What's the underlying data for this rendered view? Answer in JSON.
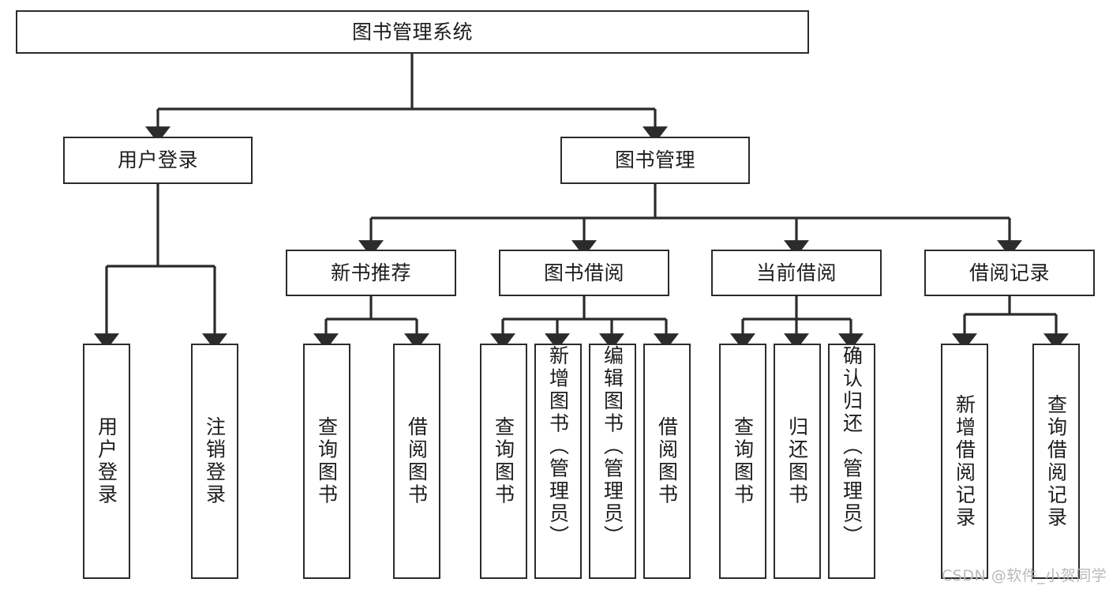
{
  "diagram": {
    "type": "hierarchy-tree",
    "title": "图书管理系统",
    "orientation": "top-down",
    "levels": 4,
    "line_color": "#2b2b2b",
    "box_fill": "#ffffff",
    "text_color": "#1c1c1c"
  },
  "root": {
    "label": "图书管理系统"
  },
  "level2": [
    {
      "label": "用户登录"
    },
    {
      "label": "图书管理"
    }
  ],
  "level3": [
    {
      "label": "新书推荐"
    },
    {
      "label": "图书借阅"
    },
    {
      "label": "当前借阅"
    },
    {
      "label": "借阅记录"
    }
  ],
  "leaves": {
    "user_login": [
      {
        "label": "用户登录"
      },
      {
        "label": "注销登录"
      }
    ],
    "new_book": [
      {
        "label": "查询图书"
      },
      {
        "label": "借阅图书"
      }
    ],
    "book_borrow": [
      {
        "label": "查询图书"
      },
      {
        "label": "新增图书（管理员）"
      },
      {
        "label": "编辑图书（管理员）"
      },
      {
        "label": "借阅图书"
      }
    ],
    "current_borrow": [
      {
        "label": "查询图书"
      },
      {
        "label": "归还图书"
      },
      {
        "label": "确认归还（管理员）"
      }
    ],
    "borrow_record": [
      {
        "label": "新增借阅记录"
      },
      {
        "label": "查询借阅记录"
      }
    ]
  },
  "watermark": {
    "text": "CSDN @软件_小贺同学",
    "color": "#b9b9b9"
  }
}
